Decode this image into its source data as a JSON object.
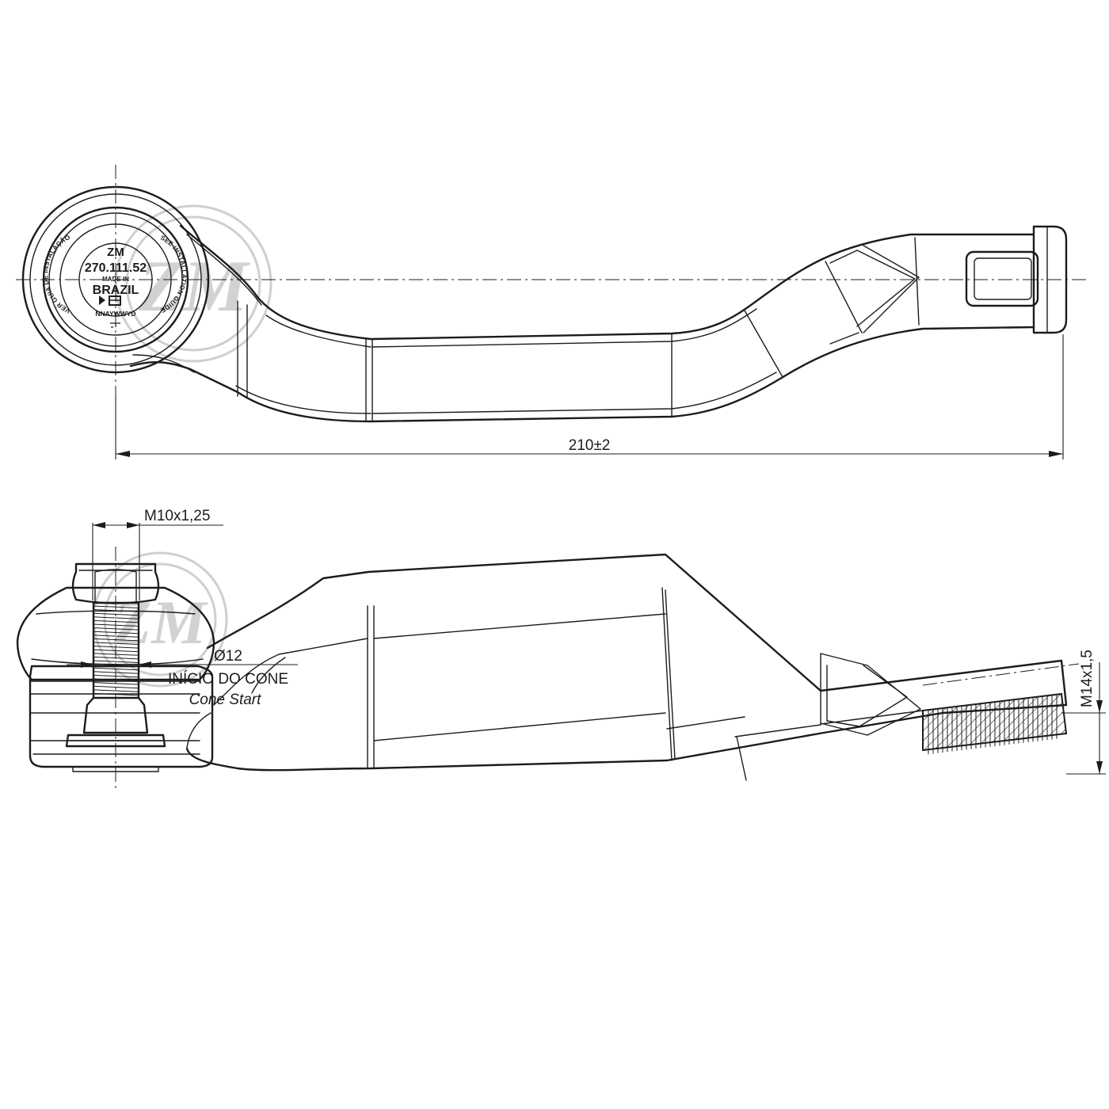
{
  "dimensions": {
    "overall_length": "210±2",
    "stud_thread": "M10x1,25",
    "cone_diameter": "Ø12",
    "cone_start_pt": "INÍCIO DO CONE",
    "cone_start_en": "Cone Start",
    "tube_thread": "M14x1,5"
  },
  "stamp": {
    "brand": "ZM",
    "part_number": "270.111.52",
    "made_in": "MADE IN",
    "country": "BRAZIL",
    "date_code": "NNAYWWYD",
    "guide_pt": "VER GUIA DE INSTALAÇÃO",
    "guide_en": "SEE INSTALLATION GUIDE"
  },
  "watermark": {
    "text": "ZM"
  }
}
